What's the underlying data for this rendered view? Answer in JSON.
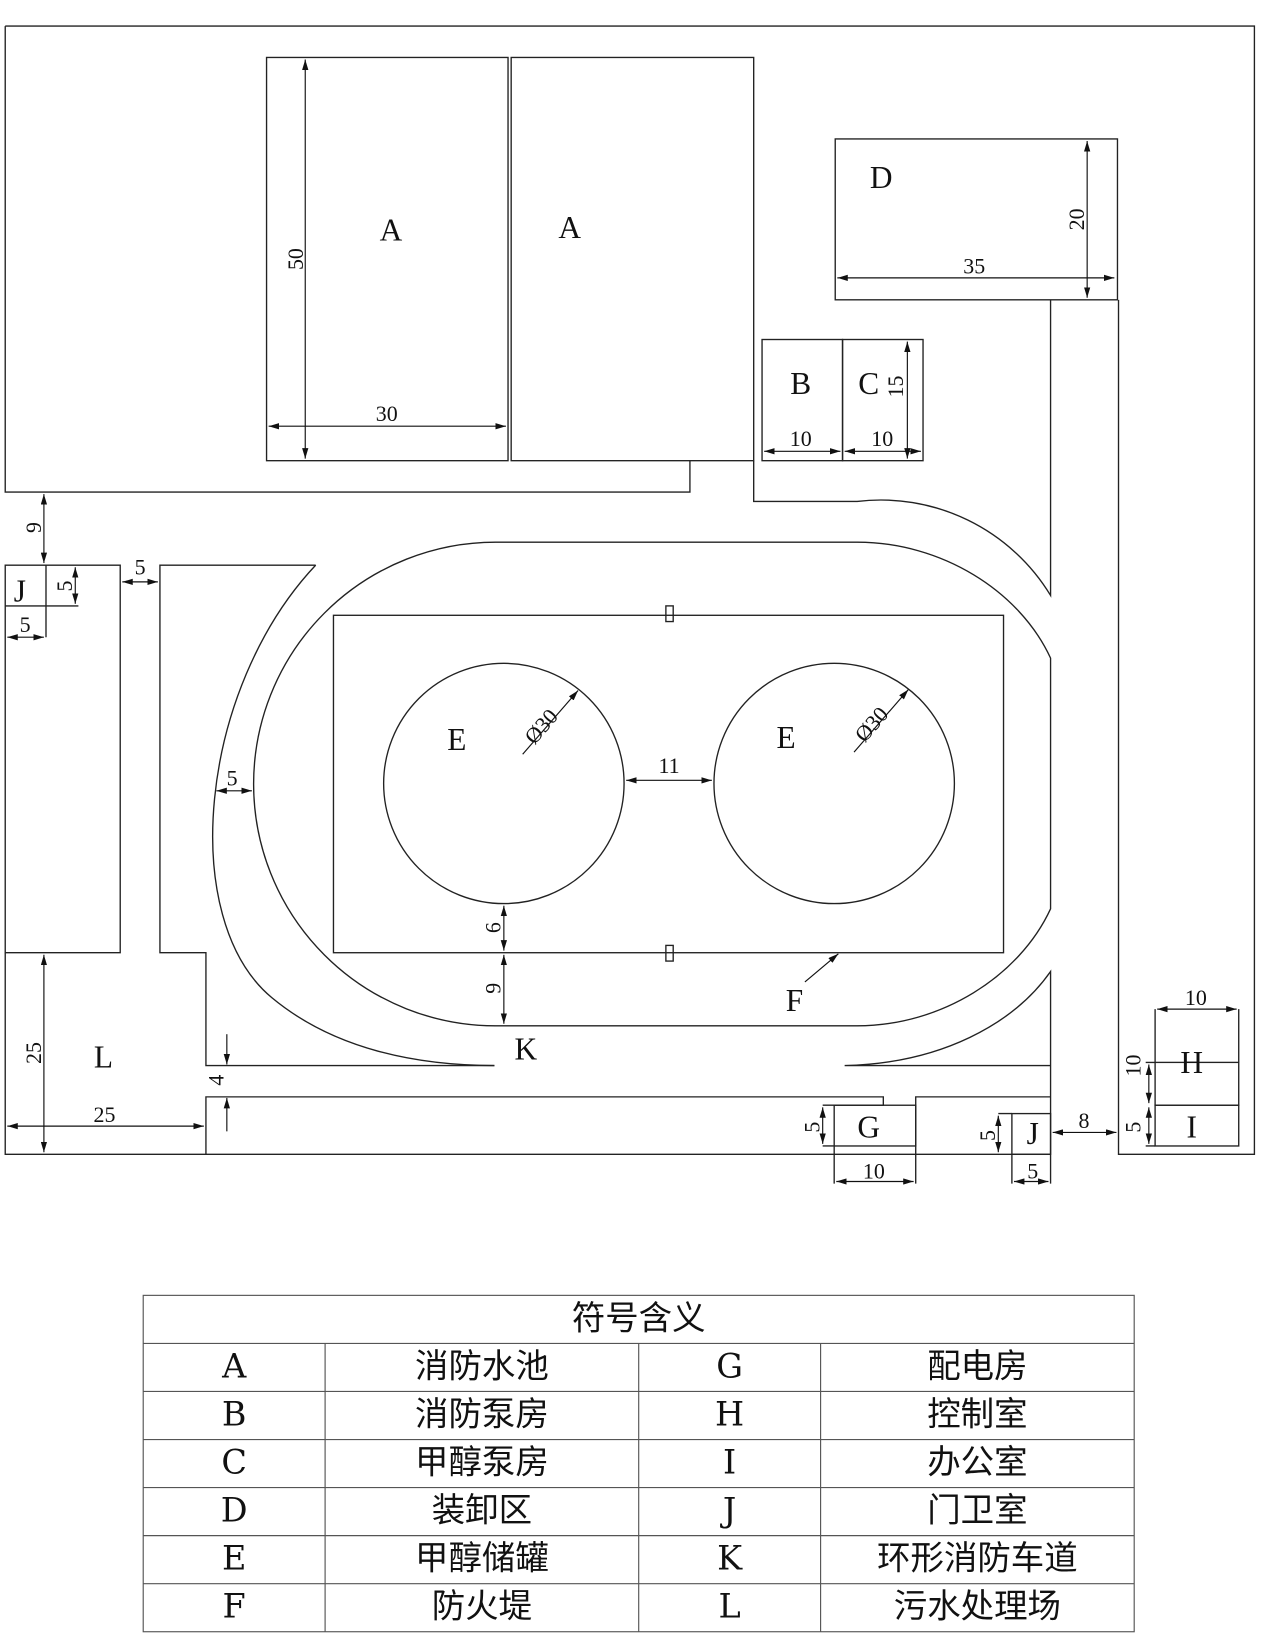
{
  "zones": {
    "A1": "A",
    "A2": "A",
    "B": "B",
    "C": "C",
    "D": "D",
    "E1": "E",
    "E2": "E",
    "F": "F",
    "G": "G",
    "H": "H",
    "I": "I",
    "J1": "J",
    "J2": "J",
    "K": "K",
    "L": "L"
  },
  "dims": {
    "a_height": "50",
    "a_width": "30",
    "d_height": "20",
    "d_width": "35",
    "c_height": "15",
    "b_width": "10",
    "c_width": "10",
    "gap_top_j": "9",
    "j1_height": "5",
    "j1_width": "5",
    "j_to_road": "5",
    "road_width": "5",
    "tank_gap": "11",
    "tank1_diameter": "Ø30",
    "tank2_diameter": "Ø30",
    "tank_to_dike": "6",
    "dike_to_road": "9",
    "l_height": "25",
    "l_width": "25",
    "road_gap": "4",
    "g_height": "5",
    "g_width": "10",
    "j2_height": "5",
    "j2_width": "5",
    "gate_to_office": "8",
    "h_width": "10",
    "h_height": "10",
    "i_height": "5"
  },
  "legend": {
    "title": "符号含义",
    "rows": [
      {
        "s1": "A",
        "m1": "消防水池",
        "s2": "G",
        "m2": "配电房"
      },
      {
        "s1": "B",
        "m1": "消防泵房",
        "s2": "H",
        "m2": "控制室"
      },
      {
        "s1": "C",
        "m1": "甲醇泵房",
        "s2": "I",
        "m2": "办公室"
      },
      {
        "s1": "D",
        "m1": "装卸区",
        "s2": "J",
        "m2": "门卫室"
      },
      {
        "s1": "E",
        "m1": "甲醇储罐",
        "s2": "K",
        "m2": "环形消防车道"
      },
      {
        "s1": "F",
        "m1": "防火堤",
        "s2": "L",
        "m2": "污水处理场"
      }
    ]
  }
}
